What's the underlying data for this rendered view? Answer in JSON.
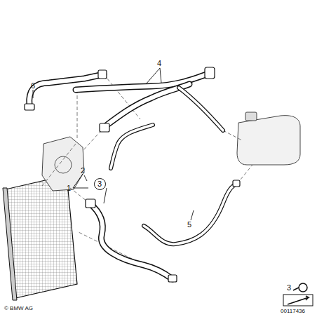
{
  "diagram": {
    "nodes": [
      {
        "text": [
          "3"
        ]
      }
    ],
    "labels": [
      "6",
      "4",
      "2",
      "1",
      "5",
      "3",
      "© BMW AG",
      "00117436"
    ]
  }
}
